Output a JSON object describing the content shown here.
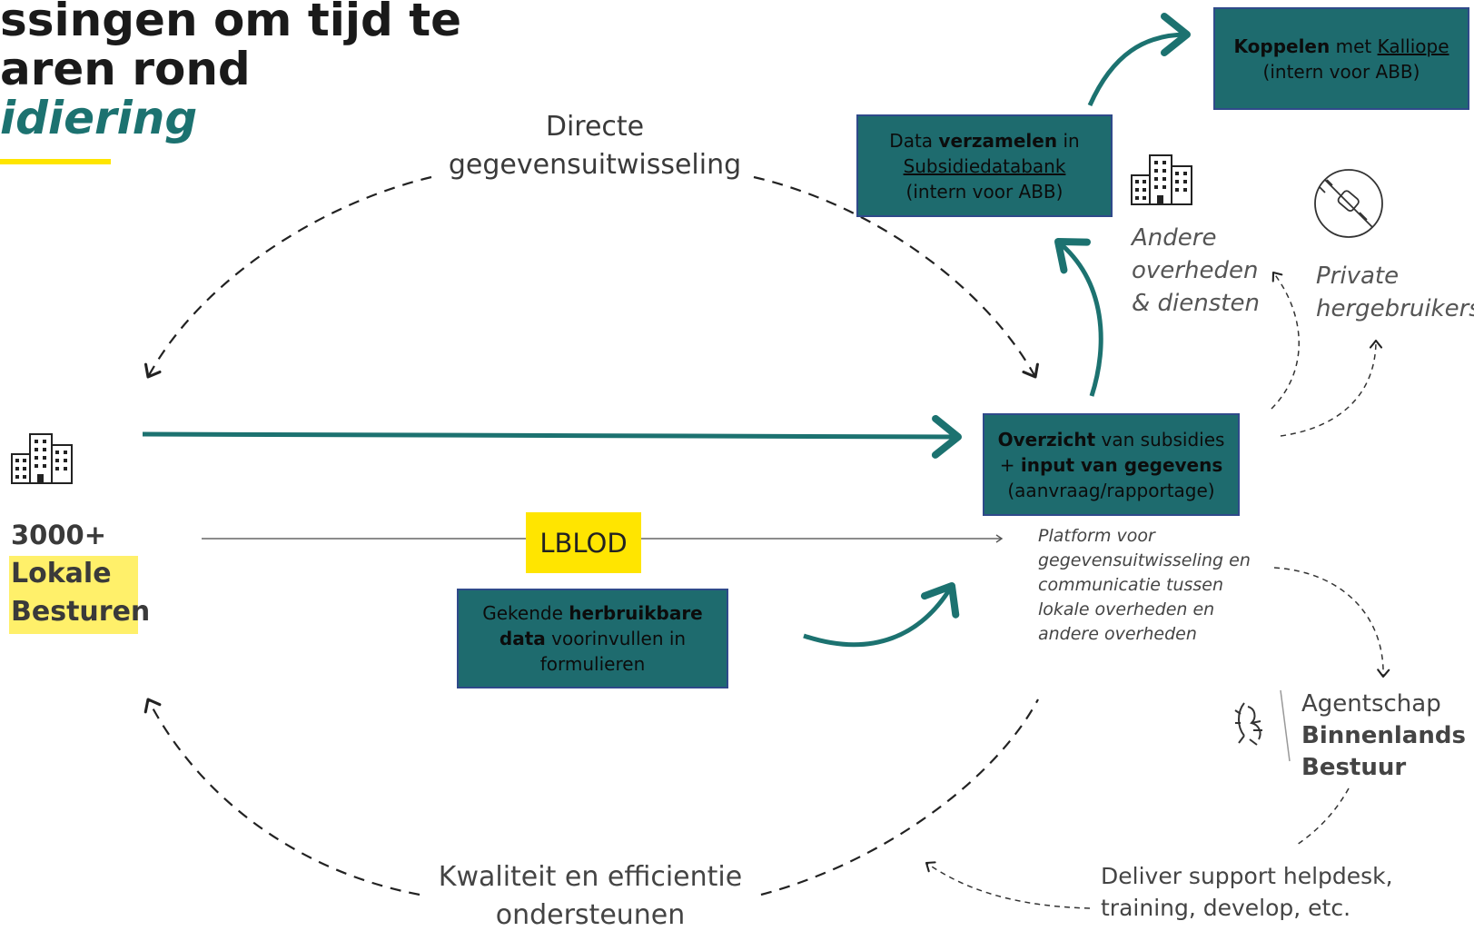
{
  "title": {
    "line1": "ssingen om tijd te",
    "line2": "aren rond",
    "line3": "idiering",
    "accent_color": "#ffe500"
  },
  "arc_top_label": {
    "line1": "Directe",
    "line2": "gegevensuitwisseling"
  },
  "arc_bottom_label": {
    "line1": "Kwaliteit en efficientie",
    "line2": "ondersteunen"
  },
  "local": {
    "count": "3000+",
    "line1": "Lokale",
    "line2": "Besturen",
    "icon": "buildings-icon",
    "highlight": "#fff06a"
  },
  "lblod": {
    "label": "LBLOD",
    "color": "#ffe500"
  },
  "boxes": {
    "koppelen": {
      "bold1": "Koppelen",
      "text1": " met ",
      "link1": "Kalliope",
      "line2": "(intern voor ABB)"
    },
    "data": {
      "text1": "Data ",
      "bold1": "verzamelen",
      "text1b": " in",
      "link2": "Subsidiedatabank",
      "line3": "(intern voor ABB)"
    },
    "overzicht": {
      "bold1": "Overzicht",
      "text1": " van subsidies",
      "text2a": "+ ",
      "bold2": "input van gegevens",
      "line3": "(aanvraag/rapportage)"
    },
    "gekende": {
      "text1": "Gekende ",
      "bold1": "herbruikbare",
      "bold2": "data",
      "text2": " voorinvullen in",
      "line3": "formulieren"
    },
    "fill": "#1e6b6e"
  },
  "andere": {
    "line1": "Andere",
    "line2": "overheden",
    "line3": "& diensten",
    "icon": "buildings-icon"
  },
  "private": {
    "line1": "Private",
    "line2": "hergebruikers",
    "icon": "plug-icon"
  },
  "platform": {
    "line1": "Platform voor",
    "line2": "gegevensuitwisseling en",
    "line3": "communicatie tussen",
    "line4": "lokale overheden en",
    "line5": "andere overheden"
  },
  "agentschap": {
    "line1": "Agentschap",
    "line2": "Binnenlands",
    "line3": "Bestuur",
    "icon": "flemish-lion-icon"
  },
  "support": {
    "line1": "Deliver support helpdesk,",
    "line2": "training, develop, etc."
  },
  "colors": {
    "teal": "#1c7270",
    "dashed": "#222222"
  }
}
